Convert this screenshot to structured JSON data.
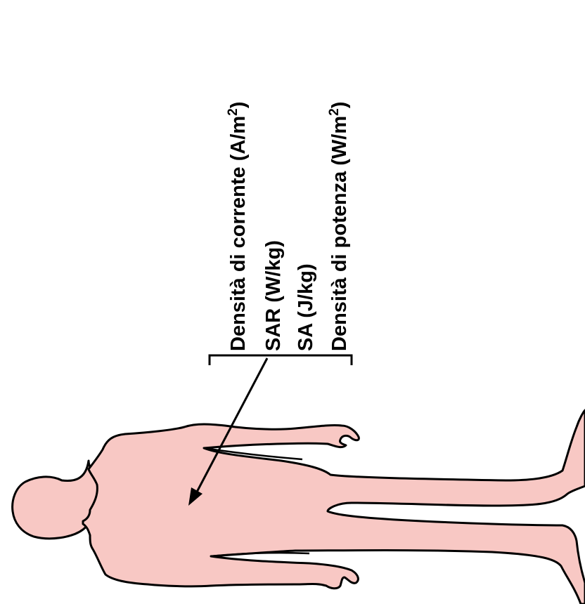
{
  "labels": {
    "current_density": "Densità di corrente (A/m",
    "current_density_exp": "2",
    "current_density_close": ")",
    "sar": "SAR (W/kg)",
    "sa": "SA (J/kg)",
    "power_density": "Densità di potenza (W/m",
    "power_density_exp": "2",
    "power_density_close": ")"
  },
  "colors": {
    "body_fill": "#F8C8C4",
    "outline": "#000000",
    "text": "#000000",
    "background": "#FFFFFF"
  },
  "orientation": "body lying horizontally, head at left, text rotated 90° counter-clockwise"
}
